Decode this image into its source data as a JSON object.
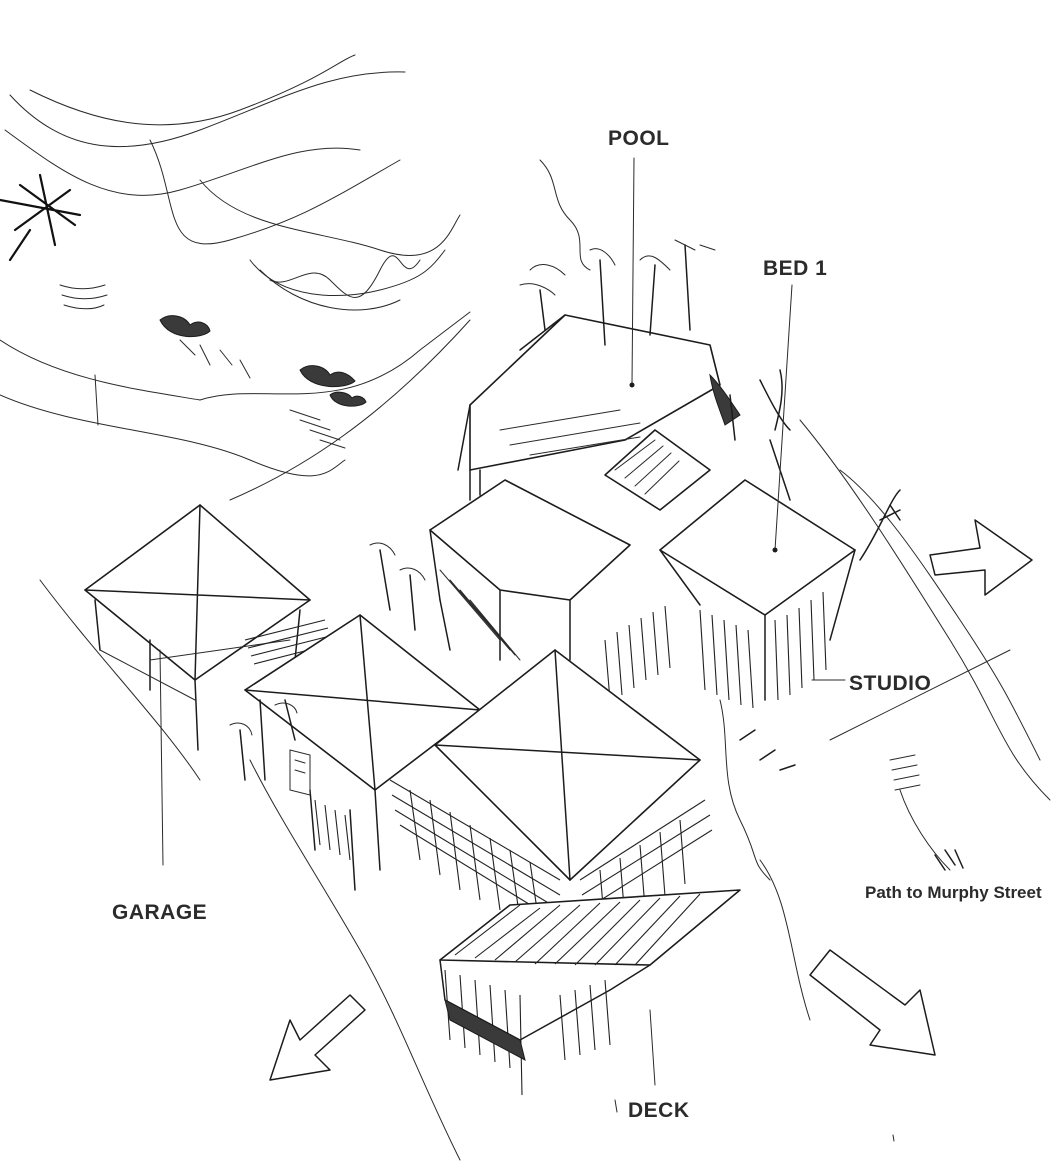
{
  "labels": {
    "pool": "POOL",
    "bed1": "BED 1",
    "studio": "STUDIO",
    "path": "Path to Murphy Street",
    "garage": "GARAGE",
    "deck": "DECK"
  },
  "colors": {
    "ink": "#1c1c1c",
    "paper": "#ffffff",
    "label": "#2b2b2b"
  }
}
